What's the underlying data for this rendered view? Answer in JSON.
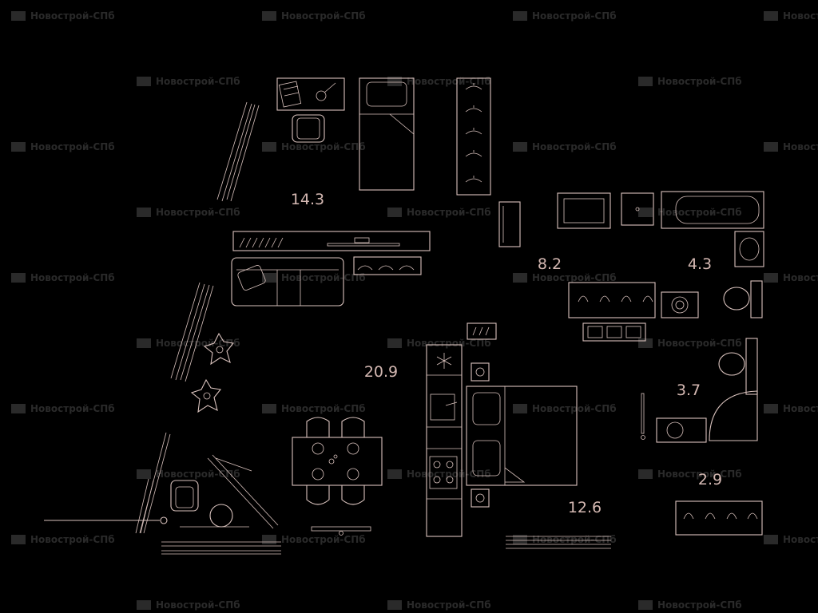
{
  "watermark": {
    "text": "Новострой-СПб"
  },
  "rooms": {
    "bedroom_top": {
      "area": "14.3"
    },
    "kitchen_living": {
      "area": "20.9"
    },
    "hall": {
      "area": "8.2"
    },
    "bathroom": {
      "area": "4.3"
    },
    "wc": {
      "area": "3.7"
    },
    "wardrobe": {
      "area": "2.9"
    },
    "bedroom_right": {
      "area": "12.6"
    }
  },
  "colors": {
    "background": "#000000",
    "lines": "#d9c2bd",
    "area_text": "#d4b8b2",
    "watermark": "#2a2a2a"
  }
}
